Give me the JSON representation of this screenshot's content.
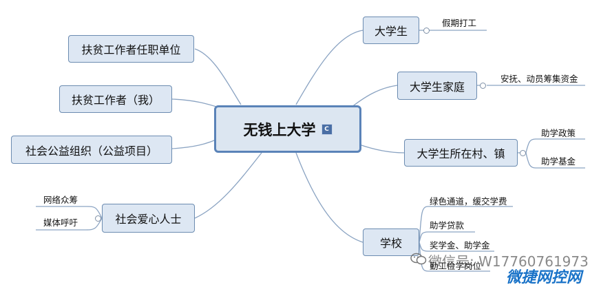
{
  "center": {
    "label": "无钱上大学",
    "badge": "C"
  },
  "left_nodes": [
    {
      "label": "扶贫工作者任职单位"
    },
    {
      "label": "扶贫工作者（我）"
    },
    {
      "label": "社会公益组织（公益项目）"
    },
    {
      "label": "社会爱心人士",
      "children": [
        "网络众筹",
        "媒体呼吁"
      ]
    }
  ],
  "right_nodes": [
    {
      "label": "大学生",
      "children": [
        "假期打工"
      ]
    },
    {
      "label": "大学生家庭",
      "children": [
        "安抚、动员筹集资金"
      ]
    },
    {
      "label": "大学生所在村、镇",
      "children": [
        "助学政策",
        "助学基金"
      ]
    },
    {
      "label": "学校",
      "children": [
        "绿色通道，缓交学费",
        "助学贷款",
        "奖学金、助学金",
        "勤工俭学岗位"
      ]
    }
  ],
  "watermark": {
    "text": "微信号: W17760761973",
    "logo": "微捷网控网"
  }
}
